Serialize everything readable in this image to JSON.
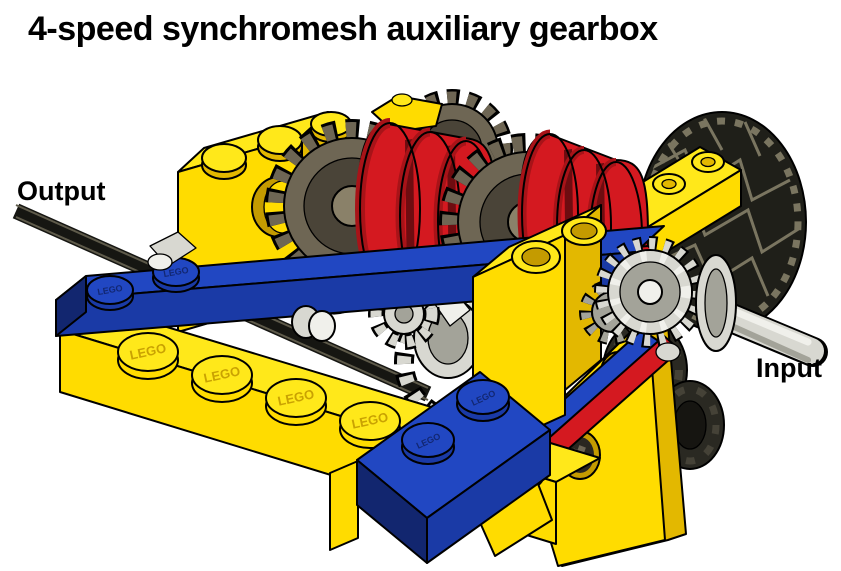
{
  "title": "4-speed synchromesh auxiliary gearbox",
  "labels": {
    "output": "Output",
    "input": "Input"
  },
  "stud_logo": "LEGO",
  "colors": {
    "background": "#FFFFFF",
    "text": "#000000",
    "outline": "#000000",
    "yellow_top": "#FFE81A",
    "yellow_front": "#FFDC00",
    "yellow_side": "#E3B800",
    "yellow_dark": "#C49B00",
    "blue_top": "#2147C2",
    "blue_front": "#1A3AA6",
    "blue_side": "#12266F",
    "red_bright": "#D41920",
    "red_mid": "#A81318",
    "red_dark": "#6E0C10",
    "gear_light": "#8A8169",
    "gear_mid": "#6E6654",
    "gear_dark": "#4A4438",
    "tire_dark": "#1F1F19",
    "tire_tread": "#7A7560",
    "gray_light": "#D8D8D1",
    "gray_hi": "#F0F0EB",
    "gray_sh": "#A3A399",
    "axle_black": "#161612",
    "axle_highlight": "#5E5A4A",
    "hub_dark": "#2A2922",
    "hub_inner": "#161511"
  }
}
